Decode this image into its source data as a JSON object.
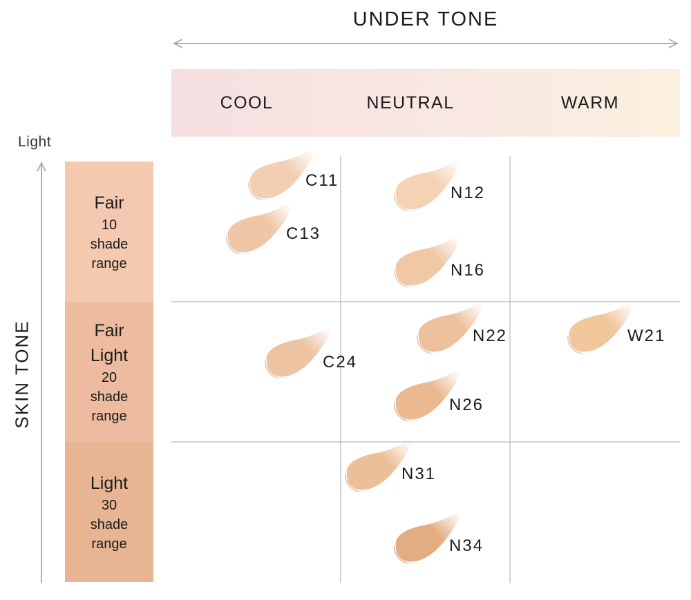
{
  "diagram": {
    "top_axis_label": "UNDER TONE",
    "side_axis_label": "SKIN TONE",
    "light_label": "Light",
    "columns": [
      "COOL",
      "NEUTRAL",
      "WARM"
    ],
    "rows": [
      {
        "name": "Fair",
        "number": "10",
        "line1": "shade",
        "line2": "range"
      },
      {
        "name": "Fair Light",
        "number": "20",
        "line1": "shade",
        "line2": "range"
      },
      {
        "name": "Light",
        "number": "30",
        "line1": "shade",
        "line2": "range"
      }
    ],
    "shades": [
      {
        "code": "C11",
        "color": "#f2cfb3"
      },
      {
        "code": "C13",
        "color": "#efc6a6"
      },
      {
        "code": "N12",
        "color": "#f4d3b4"
      },
      {
        "code": "N16",
        "color": "#f0c8a6"
      },
      {
        "code": "C24",
        "color": "#eec3a2"
      },
      {
        "code": "N22",
        "color": "#eec09b"
      },
      {
        "code": "W21",
        "color": "#f1c79c"
      },
      {
        "code": "N26",
        "color": "#ebb890"
      },
      {
        "code": "N31",
        "color": "#ecbf98"
      },
      {
        "code": "N34",
        "color": "#e3ad81"
      }
    ],
    "colors": {
      "band_cool": "#f6dfe2",
      "band_warm": "#fbf0e0",
      "row_fair": "#f3c9b0",
      "row_fair_light": "#edbb9f",
      "row_light": "#e7b593",
      "grid_line": "#b8b8b8",
      "arrow": "#b0b0b0"
    }
  }
}
